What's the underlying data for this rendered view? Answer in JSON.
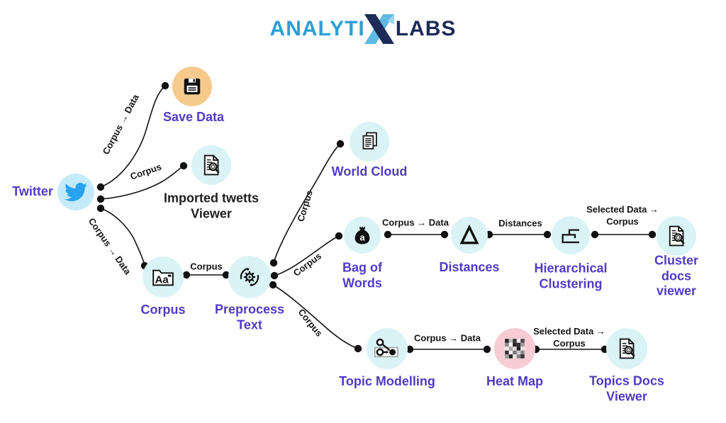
{
  "logo": {
    "word1": "ANALYTI",
    "word2": "LABS"
  },
  "nodes": {
    "twitter": {
      "label": "Twitter"
    },
    "save_data": {
      "label": "Save Data"
    },
    "imported_viewer": {
      "label": "Imported twetts\nViewer"
    },
    "corpus": {
      "label": "Corpus"
    },
    "preprocess_text": {
      "label": "Preprocess\nText"
    },
    "world_cloud": {
      "label": "World Cloud"
    },
    "bag_of_words": {
      "label": "Bag of\nWords"
    },
    "distances": {
      "label": "Distances"
    },
    "hierarchical_clustering": {
      "label": "Hierarchical\nClustering"
    },
    "cluster_docs_viewer": {
      "label": "Cluster docs\nviewer"
    },
    "topic_modelling": {
      "label": "Topic Modelling"
    },
    "heat_map": {
      "label": "Heat Map"
    },
    "topics_docs_viewer": {
      "label": "Topics Docs\nViewer"
    }
  },
  "edges": {
    "twitter_to_save_data": {
      "label": "Corpus → Data"
    },
    "twitter_to_imported_viewer": {
      "label": "Corpus"
    },
    "twitter_to_corpus": {
      "label": "Corpus → Data"
    },
    "corpus_to_preprocess": {
      "label": "Corpus"
    },
    "preprocess_to_world_cloud": {
      "label": "Corpus"
    },
    "preprocess_to_bag_of_words": {
      "label": "Corpus"
    },
    "preprocess_to_topic_modelling": {
      "label": "Corpus"
    },
    "bag_of_words_to_distances": {
      "label": "Corpus → Data"
    },
    "distances_to_hierarchical": {
      "label": "Distances"
    },
    "hierarchical_to_cluster_viewer": {
      "label": "Selected Data →\nCorpus"
    },
    "topic_modelling_to_heat_map": {
      "label": "Corpus → Data"
    },
    "heat_map_to_topics_viewer": {
      "label": "Selected Data →\nCorpus"
    }
  },
  "icons": {
    "corpus_folder_text": "Aa",
    "bag_letter": "a"
  },
  "colors": {
    "node_label": "#4e3cc5",
    "imported_viewer_label": "#1e1e22",
    "edge_line": "#111111",
    "node_circle_cyan": "#d9f3f6",
    "node_circle_blue": "#c5ebfa",
    "node_circle_orange": "#f6ca8d",
    "node_circle_pink": "#f8ccd5",
    "twitter_bird": "#29a3ef",
    "logo_light_blue": "#2d9fd6",
    "logo_navy": "#1c2b57"
  }
}
